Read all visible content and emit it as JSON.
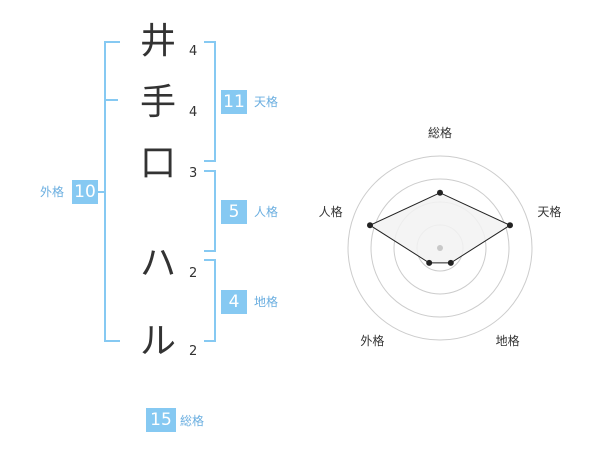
{
  "name": {
    "characters": [
      {
        "char": "井",
        "strokes": "4"
      },
      {
        "char": "手",
        "strokes": "4"
      },
      {
        "char": "口",
        "strokes": "3"
      },
      {
        "char": "ハ",
        "strokes": "2"
      },
      {
        "char": "ル",
        "strokes": "2"
      }
    ]
  },
  "fortune": {
    "tenkaku": {
      "value": "11",
      "label": "天格"
    },
    "jinkaku": {
      "value": "5",
      "label": "人格"
    },
    "chikaku": {
      "value": "4",
      "label": "地格"
    },
    "gaikaku": {
      "value": "10",
      "label": "外格"
    },
    "soukaku": {
      "value": "15",
      "label": "総格"
    }
  },
  "colors": {
    "accent": "#86c9f2",
    "label_text": "#6aaee0",
    "text": "#333333",
    "radar_fill": "#f2f2f2",
    "radar_line": "#222222"
  },
  "chart_data": {
    "type": "radar",
    "axes": [
      "総格",
      "天格",
      "地格",
      "外格",
      "人格"
    ],
    "values": [
      3,
      4,
      1,
      1,
      4
    ],
    "max": 5,
    "rings": 4
  }
}
